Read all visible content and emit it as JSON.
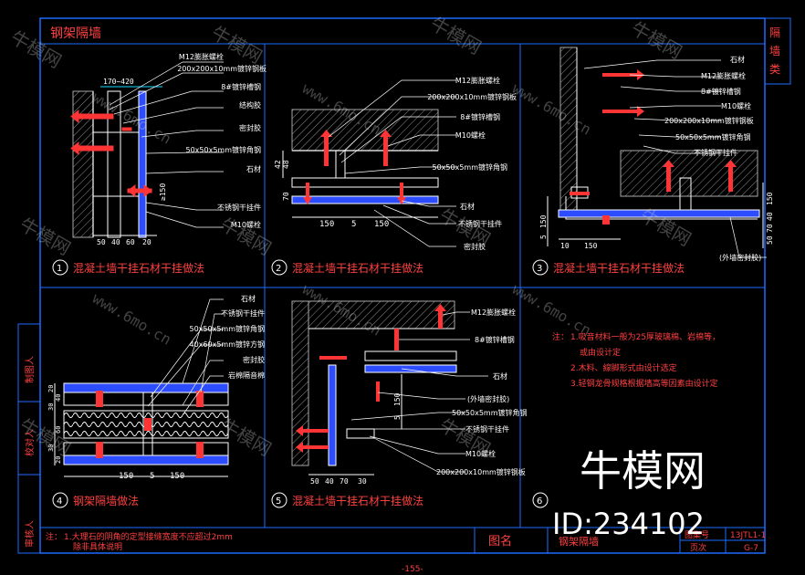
{
  "sheet": {
    "title": "钢架隔墙",
    "category": "隔墙类",
    "page_number": "-155-",
    "drawing_name_label": "图名",
    "drawing_name": "钢架隔墙",
    "code_label": "图集号",
    "code": "13JTL1-1",
    "page_label": "页次",
    "page": "G-7",
    "note_label": "注：",
    "note_1": "1.大理石的阴角的定型接缝宽度不应超过2mm",
    "note_2": "除非具体说明",
    "side_labels": [
      "制图人",
      "校对人",
      "审核人"
    ]
  },
  "panels": [
    {
      "num": "1",
      "title": "混凝土墙干挂石材干挂做法"
    },
    {
      "num": "2",
      "title": "混凝土墙干挂石材干挂做法"
    },
    {
      "num": "3",
      "title": "混凝土墙干挂石材干挂做法"
    },
    {
      "num": "4",
      "title": "钢架隔墙做法"
    },
    {
      "num": "5",
      "title": "混凝土墙干挂石材干挂做法"
    },
    {
      "num": "6",
      "title": ""
    }
  ],
  "p1": {
    "labels": [
      "M12膨胀螺栓",
      "200x200x10mm镀锌钢板",
      "8#镀锌槽钢",
      "结构胶",
      "密封胶",
      "50x50x5mm镀锌角钢",
      "石材",
      "不锈钢干挂件",
      "M10螺栓"
    ],
    "dims_top": "170~420",
    "dims_bottom": [
      "50",
      "40",
      "60",
      "20"
    ],
    "dim_side": "≥150"
  },
  "p2": {
    "labels": [
      "M12膨胀螺栓",
      "200x200x10mm镀锌钢板",
      "8#镀锌槽钢",
      "M10螺栓",
      "50x50x5mm镀锌角钢",
      "石材",
      "不锈钢干挂件",
      "密封胶"
    ],
    "dims_left": [
      "42",
      "48"
    ],
    "dims_left2": [
      "70"
    ],
    "dims_bottom": [
      "150",
      "5",
      "150"
    ]
  },
  "p3": {
    "labels": [
      "石材",
      "M12膨胀螺栓",
      "8#镀锌槽钢",
      "M10螺栓",
      "200x200x10mm镀锌钢板",
      "50x50x5mm镀锌角钢",
      "不锈钢干挂件",
      "(外墙密封胶)"
    ],
    "dims_left": [
      "150",
      "5"
    ],
    "dims_bottom": [
      "10",
      "150"
    ],
    "dims_right": [
      "150",
      "40",
      "70",
      "50"
    ]
  },
  "p4": {
    "labels": [
      "石材",
      "不锈钢干挂件",
      "50x50x5mm镀锌角钢",
      "40x60x5mm镀锌方钢",
      "密封胶",
      "岩棉隔音棉"
    ],
    "dims_left": [
      "20",
      "40",
      "30",
      "60",
      "30",
      "20"
    ],
    "dims_bottom": [
      "150",
      "5",
      "150"
    ]
  },
  "p5": {
    "labels": [
      "M12膨胀螺栓",
      "8#镀锌槽钢",
      "石材",
      "(外墙密封胶)",
      "50x50x5mm镀锌角钢",
      "不锈钢干挂件",
      "M10螺栓",
      "200x200x10mm镀锌钢板"
    ],
    "dims_right": [
      "150",
      "5"
    ],
    "dims_bottom": [
      "50",
      "40",
      "70",
      "30"
    ]
  },
  "p6_notes": {
    "label": "注：",
    "items": [
      "1.吸音材料一般为25厚玻璃棉、岩棉等，",
      "或由设计定",
      "2.木料、線脚形式由设计选定",
      "3.轻钢龙骨规格根据墙高等因素由设计定"
    ]
  },
  "watermark": {
    "brand": "牛模网",
    "site": "www.6mo.cn",
    "id": "ID:234102"
  },
  "colors": {
    "frame": "#1e6bff",
    "frame_dark": "#1c5fe0",
    "line": "#ffffff",
    "accent": "#ff3434",
    "title_text": "#ff4040",
    "annotation": "#ffffff",
    "concrete": "#a9a9a9",
    "cyan": "#19d8ff",
    "yellow": "#ffd400",
    "magenta": "#ff40ff",
    "blue_fill": "#2c4dff"
  }
}
